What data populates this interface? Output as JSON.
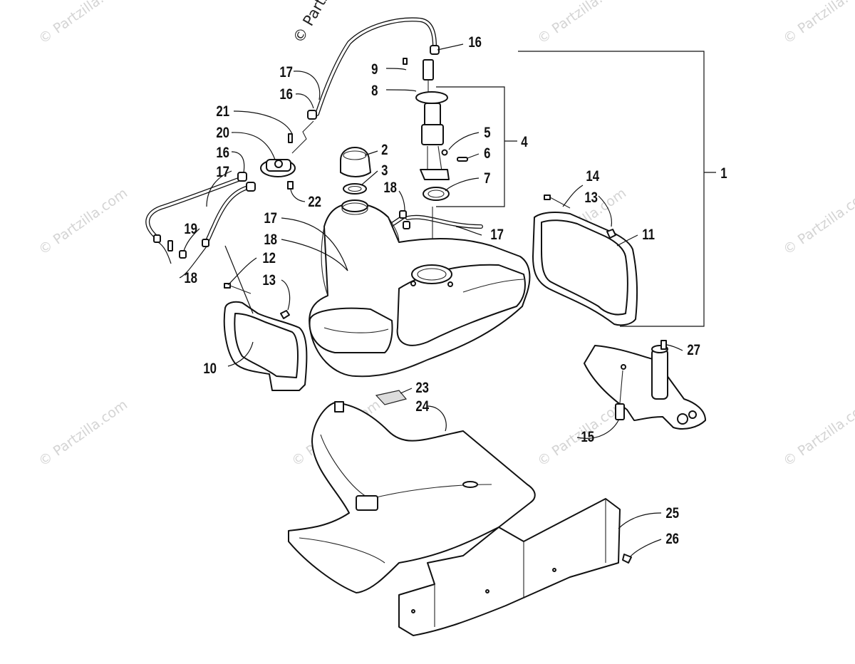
{
  "watermarks": {
    "top": "© Partzilla",
    "repeated": "© Partzilla.com"
  },
  "callouts": [
    "1",
    "2",
    "3",
    "4",
    "5",
    "6",
    "7",
    "8",
    "9",
    "10",
    "11",
    "12",
    "13",
    "13",
    "14",
    "15",
    "16",
    "16",
    "16",
    "17",
    "17",
    "17",
    "17",
    "18",
    "18",
    "18",
    "19",
    "20",
    "21",
    "22",
    "23",
    "24",
    "25",
    "26",
    "27"
  ],
  "colors": {
    "line": "#111111",
    "watermark": "#d4d4d4",
    "background": "#ffffff"
  }
}
